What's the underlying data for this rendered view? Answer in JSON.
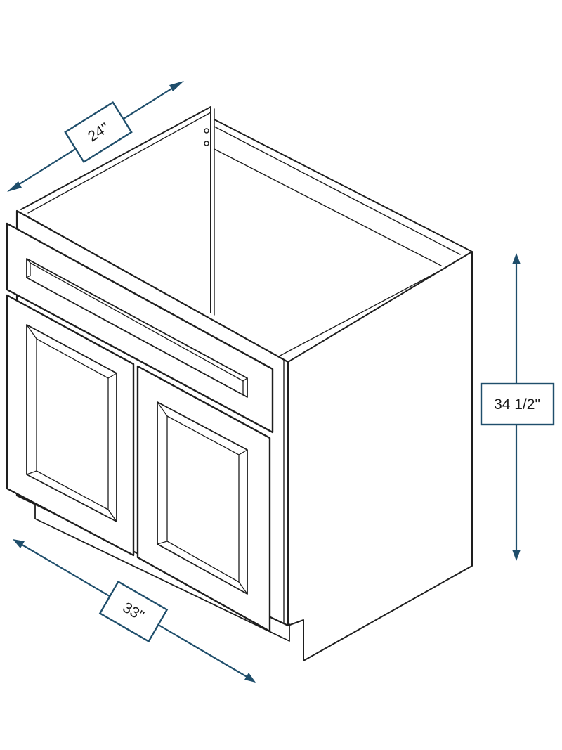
{
  "colors": {
    "dimension": "#1f4e6b",
    "outline": "#1e1e1e",
    "background": "#ffffff"
  },
  "dimensions": {
    "depth": "24\"",
    "height": "34 1/2\"",
    "width": "33\""
  }
}
